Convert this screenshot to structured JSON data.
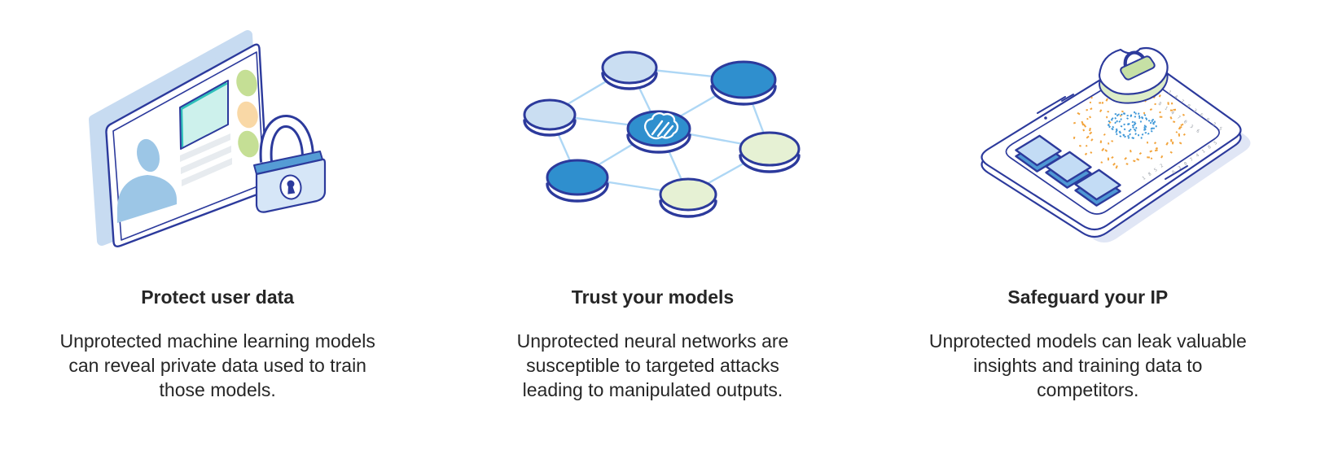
{
  "section": {
    "background": "#ffffff"
  },
  "theme": {
    "navy": "#2c3a9c",
    "text": "#262626",
    "card_shadow": "#c7dbf1",
    "avatar_blue": "#9cc6e6",
    "mint": "#cdf1ec",
    "teal": "#2fc0ba",
    "gray_bar": "#e7ebef",
    "green_oval": "#c5df95",
    "orange_oval": "#f9d8a6",
    "lock_body": "#d6e6f7",
    "lock_band": "#559cd5",
    "node_light_blue": "#cadef2",
    "node_medium_blue": "#2f8fce",
    "node_light_green": "#e6f1d4",
    "edge_line": "#aed7f5",
    "tablet_shadow": "#e0e6f5",
    "key_top": "#c3dcf5",
    "key_side": "#4f97d4",
    "orange_dot": "#f2a43c",
    "blue_dot": "#3f98d8",
    "shield_side": "#dcedc8",
    "shield_lock": "#c6e0a5",
    "digit_gray": "#9aa0a8"
  },
  "features": [
    {
      "id": "protect-user-data",
      "illustration": "id-card-with-padlock",
      "title": "Protect user data",
      "description": "Unprotected machine learning models can reveal private data used to train those models."
    },
    {
      "id": "trust-your-models",
      "illustration": "neural-network-nodes",
      "title": "Trust your models",
      "description": "Unprotected neural networks are susceptible to targeted attacks leading to manipulated outputs."
    },
    {
      "id": "safeguard-your-ip",
      "illustration": "tablet-data-scatter-with-shield",
      "title": "Safeguard your IP",
      "description": "Unprotected models can leak valuable insights and training data to competitors."
    }
  ]
}
